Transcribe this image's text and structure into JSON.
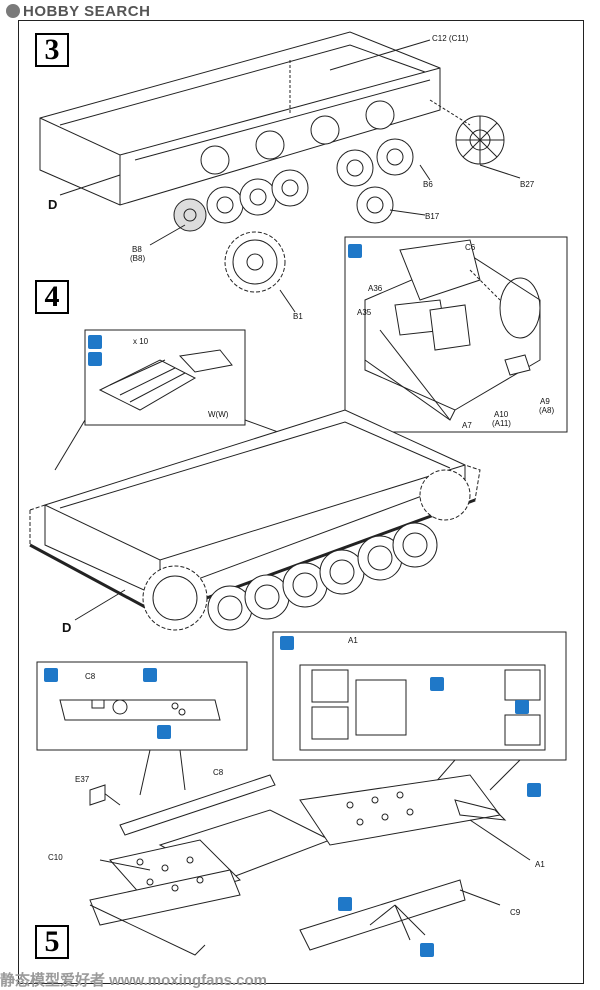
{
  "header": {
    "logo_text": "HOBBY SEARCH"
  },
  "watermark": {
    "text": "静态模型爱好者 www.moxingfans.com"
  },
  "steps": [
    {
      "number": "3"
    },
    {
      "number": "4"
    },
    {
      "number": "5"
    }
  ],
  "step3": {
    "labels": {
      "c12": "C12 (C11)",
      "b6": "B6",
      "b27": "B27",
      "b17": "B17",
      "d": "D",
      "b8": "B8",
      "b8b": "(B8)",
      "b1": "B1"
    }
  },
  "step4": {
    "detail_labels": {
      "c6": "C6",
      "a36": "A36",
      "a35": "A35",
      "a7": "A7",
      "a10": "A10",
      "a11": "(A11)",
      "a9": "A9",
      "a8": "(A8)"
    },
    "track_labels": {
      "w": "W(W)",
      "count": "x 10"
    },
    "hull_label": "D"
  },
  "step5": {
    "labels": {
      "a1_top": "A1",
      "c8_detail": "C8",
      "e37": "E37",
      "c8": "C8",
      "c10": "C10",
      "a1": "A1",
      "c9": "C9"
    }
  },
  "icons": {
    "glue_color": "#1f78c8"
  }
}
